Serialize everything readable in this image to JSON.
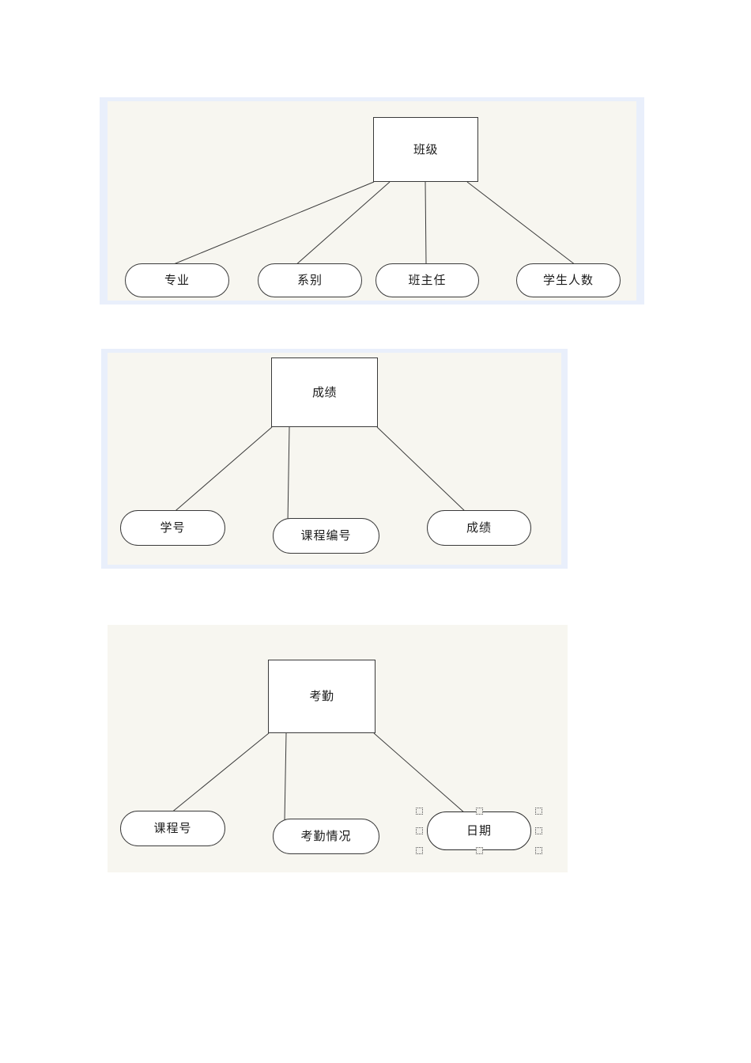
{
  "document": {
    "background_color": "#ffffff",
    "panel_background": "#f7f6f0",
    "panel_border_color": "#e9effb",
    "stroke_color": "#3a3a3a",
    "text_color": "#1a1a1a",
    "handle_fill": "#f2f1ec"
  },
  "diagrams": [
    {
      "id": "class-entity",
      "entity": {
        "label": "班级"
      },
      "attributes": [
        {
          "label": "专业"
        },
        {
          "label": "系别"
        },
        {
          "label": "班主任"
        },
        {
          "label": "学生人数"
        }
      ]
    },
    {
      "id": "grade-entity",
      "entity": {
        "label": "成绩"
      },
      "attributes": [
        {
          "label": "学号"
        },
        {
          "label": "课程编号"
        },
        {
          "label": "成绩"
        }
      ]
    },
    {
      "id": "attendance-entity",
      "entity": {
        "label": "考勤"
      },
      "attributes": [
        {
          "label": "课程号"
        },
        {
          "label": "考勤情况"
        },
        {
          "label": "日期",
          "selected": true
        }
      ]
    }
  ]
}
